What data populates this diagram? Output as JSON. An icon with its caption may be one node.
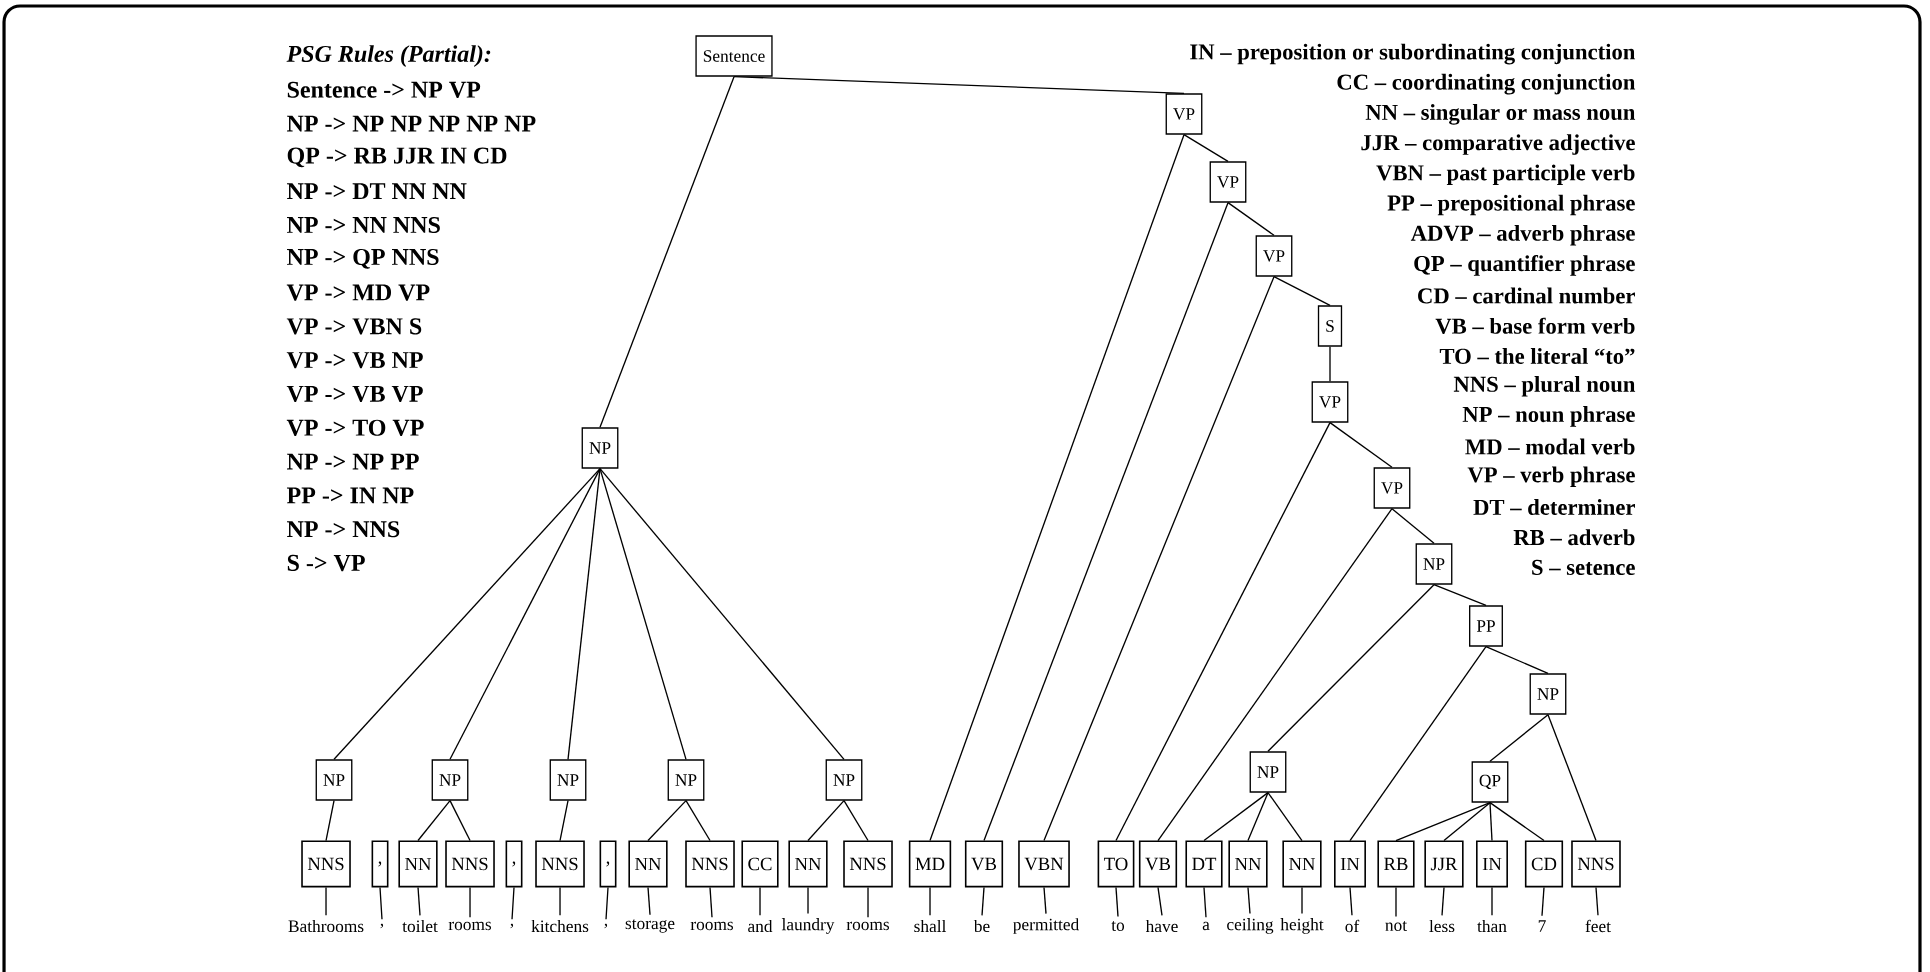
{
  "diagram": {
    "nodes": [
      {
        "text": [
          "Sentence"
        ]
      },
      {
        "text": [
          "NP"
        ]
      },
      {
        "text": [
          "VP"
        ]
      },
      {
        "text": [
          "VP"
        ]
      },
      {
        "text": [
          "VP"
        ]
      },
      {
        "text": [
          "S"
        ]
      },
      {
        "text": [
          "VP"
        ]
      },
      {
        "text": [
          "VP"
        ]
      },
      {
        "text": [
          "NP"
        ]
      },
      {
        "text": [
          "PP"
        ]
      },
      {
        "text": [
          "NP"
        ]
      },
      {
        "text": [
          "NP"
        ]
      },
      {
        "text": [
          "NP"
        ]
      },
      {
        "text": [
          "NP"
        ]
      },
      {
        "text": [
          "NP"
        ]
      },
      {
        "text": [
          "NP"
        ]
      },
      {
        "text": [
          "NP"
        ]
      },
      {
        "text": [
          "QP"
        ]
      },
      {
        "text": [
          "NNS"
        ]
      },
      {
        "text": [
          ","
        ]
      },
      {
        "text": [
          "NN"
        ]
      },
      {
        "text": [
          "NNS"
        ]
      },
      {
        "text": [
          ","
        ]
      },
      {
        "text": [
          "NNS"
        ]
      },
      {
        "text": [
          ","
        ]
      },
      {
        "text": [
          "NN"
        ]
      },
      {
        "text": [
          "NNS"
        ]
      },
      {
        "text": [
          "CC"
        ]
      },
      {
        "text": [
          "NN"
        ]
      },
      {
        "text": [
          "NNS"
        ]
      },
      {
        "text": [
          "MD"
        ]
      },
      {
        "text": [
          "VB"
        ]
      },
      {
        "text": [
          "VBN"
        ]
      },
      {
        "text": [
          "TO"
        ]
      },
      {
        "text": [
          "VB"
        ]
      },
      {
        "text": [
          "DT"
        ]
      },
      {
        "text": [
          "NN"
        ]
      },
      {
        "text": [
          "NN"
        ]
      },
      {
        "text": [
          "IN"
        ]
      },
      {
        "text": [
          "RB"
        ]
      },
      {
        "text": [
          "JJR"
        ]
      },
      {
        "text": [
          "IN"
        ]
      },
      {
        "text": [
          "CD"
        ]
      },
      {
        "text": [
          "NNS"
        ]
      },
      {
        "text": [
          "Bathrooms"
        ]
      },
      {
        "text": [
          ","
        ]
      },
      {
        "text": [
          "toilet"
        ]
      },
      {
        "text": [
          "rooms"
        ]
      },
      {
        "text": [
          ","
        ]
      },
      {
        "text": [
          "kitchens"
        ]
      },
      {
        "text": [
          ","
        ]
      },
      {
        "text": [
          "storage"
        ]
      },
      {
        "text": [
          "rooms"
        ]
      },
      {
        "text": [
          "and"
        ]
      },
      {
        "text": [
          "laundry"
        ]
      },
      {
        "text": [
          "rooms"
        ]
      },
      {
        "text": [
          "shall"
        ]
      },
      {
        "text": [
          "be"
        ]
      },
      {
        "text": [
          "permitted"
        ]
      },
      {
        "text": [
          "to"
        ]
      },
      {
        "text": [
          "have"
        ]
      },
      {
        "text": [
          "a"
        ]
      },
      {
        "text": [
          "ceiling"
        ]
      },
      {
        "text": [
          "height"
        ]
      },
      {
        "text": [
          "of"
        ]
      },
      {
        "text": [
          "not"
        ]
      },
      {
        "text": [
          "less"
        ]
      },
      {
        "text": [
          "than"
        ]
      },
      {
        "text": [
          "7"
        ]
      },
      {
        "text": [
          "feet"
        ]
      }
    ],
    "edges": [
      {
        "from": 0,
        "to": 1,
        "arrow": "none"
      },
      {
        "from": 0,
        "to": 2,
        "arrow": "none"
      },
      {
        "from": 1,
        "to": 11,
        "arrow": "none"
      },
      {
        "from": 1,
        "to": 12,
        "arrow": "none"
      },
      {
        "from": 1,
        "to": 13,
        "arrow": "none"
      },
      {
        "from": 1,
        "to": 14,
        "arrow": "none"
      },
      {
        "from": 1,
        "to": 15,
        "arrow": "none"
      },
      {
        "from": 11,
        "to": 18,
        "arrow": "none"
      },
      {
        "from": 12,
        "to": 20,
        "arrow": "none"
      },
      {
        "from": 12,
        "to": 21,
        "arrow": "none"
      },
      {
        "from": 13,
        "to": 23,
        "arrow": "none"
      },
      {
        "from": 14,
        "to": 25,
        "arrow": "none"
      },
      {
        "from": 14,
        "to": 26,
        "arrow": "none"
      },
      {
        "from": 15,
        "to": 28,
        "arrow": "none"
      },
      {
        "from": 15,
        "to": 29,
        "arrow": "none"
      },
      {
        "from": 2,
        "to": 30,
        "arrow": "none"
      },
      {
        "from": 2,
        "to": 3,
        "arrow": "none"
      },
      {
        "from": 3,
        "to": 31,
        "arrow": "none"
      },
      {
        "from": 3,
        "to": 4,
        "arrow": "none"
      },
      {
        "from": 4,
        "to": 32,
        "arrow": "none"
      },
      {
        "from": 4,
        "to": 5,
        "arrow": "none"
      },
      {
        "from": 5,
        "to": 6,
        "arrow": "none"
      },
      {
        "from": 6,
        "to": 33,
        "arrow": "none"
      },
      {
        "from": 6,
        "to": 7,
        "arrow": "none"
      },
      {
        "from": 7,
        "to": 34,
        "arrow": "none"
      },
      {
        "from": 7,
        "to": 8,
        "arrow": "none"
      },
      {
        "from": 8,
        "to": 16,
        "arrow": "none"
      },
      {
        "from": 8,
        "to": 9,
        "arrow": "none"
      },
      {
        "from": 16,
        "to": 35,
        "arrow": "none"
      },
      {
        "from": 16,
        "to": 36,
        "arrow": "none"
      },
      {
        "from": 16,
        "to": 37,
        "arrow": "none"
      },
      {
        "from": 9,
        "to": 38,
        "arrow": "none"
      },
      {
        "from": 9,
        "to": 10,
        "arrow": "none"
      },
      {
        "from": 10,
        "to": 17,
        "arrow": "none"
      },
      {
        "from": 10,
        "to": 43,
        "arrow": "none"
      },
      {
        "from": 17,
        "to": 39,
        "arrow": "none"
      },
      {
        "from": 17,
        "to": 40,
        "arrow": "none"
      },
      {
        "from": 17,
        "to": 41,
        "arrow": "none"
      },
      {
        "from": 17,
        "to": 42,
        "arrow": "none"
      },
      {
        "from": 18,
        "to": 44,
        "arrow": "none"
      },
      {
        "from": 19,
        "to": 45,
        "arrow": "none"
      },
      {
        "from": 20,
        "to": 46,
        "arrow": "none"
      },
      {
        "from": 21,
        "to": 47,
        "arrow": "none"
      },
      {
        "from": 22,
        "to": 48,
        "arrow": "none"
      },
      {
        "from": 23,
        "to": 49,
        "arrow": "none"
      },
      {
        "from": 24,
        "to": 50,
        "arrow": "none"
      },
      {
        "from": 25,
        "to": 51,
        "arrow": "none"
      },
      {
        "from": 26,
        "to": 52,
        "arrow": "none"
      },
      {
        "from": 27,
        "to": 53,
        "arrow": "none"
      },
      {
        "from": 28,
        "to": 54,
        "arrow": "none"
      },
      {
        "from": 29,
        "to": 55,
        "arrow": "none"
      },
      {
        "from": 30,
        "to": 56,
        "arrow": "none"
      },
      {
        "from": 31,
        "to": 57,
        "arrow": "none"
      },
      {
        "from": 32,
        "to": 58,
        "arrow": "none"
      },
      {
        "from": 33,
        "to": 59,
        "arrow": "none"
      },
      {
        "from": 34,
        "to": 60,
        "arrow": "none"
      },
      {
        "from": 35,
        "to": 61,
        "arrow": "none"
      },
      {
        "from": 36,
        "to": 62,
        "arrow": "none"
      },
      {
        "from": 37,
        "to": 63,
        "arrow": "none"
      },
      {
        "from": 38,
        "to": 64,
        "arrow": "none"
      },
      {
        "from": 39,
        "to": 65,
        "arrow": "none"
      },
      {
        "from": 40,
        "to": 66,
        "arrow": "none"
      },
      {
        "from": 41,
        "to": 67,
        "arrow": "none"
      },
      {
        "from": 42,
        "to": 68,
        "arrow": "none"
      },
      {
        "from": 43,
        "to": 69,
        "arrow": "none"
      }
    ],
    "labels": [
      "PSG Rules (Partial):",
      "Sentence -> NP  VP",
      "NP -> NP  NP  NP  NP  NP",
      "QP -> RB  JJR  IN  CD",
      "NP -> DT  NN  NN",
      "NP -> NN  NNS",
      "NP -> QP  NNS",
      "VP -> MD  VP",
      "VP -> VBN  S",
      "VP -> VB  NP",
      "VP -> VB  VP",
      "VP -> TO  VP",
      "NP -> NP  PP",
      "PP -> IN  NP",
      "NP -> NNS",
      "S -> VP",
      "IN – preposition or subordinating conjunction",
      "CC – coordinating conjunction",
      "NN – singular or mass noun",
      "JJR – comparative adjective",
      "VBN – past participle verb",
      "PP – prepositional phrase",
      "ADVP – adverb phrase",
      "QP – quantifier phrase",
      "CD – cardinal number",
      "VB – base form verb",
      "TO – the literal “to”",
      "NNS – plural noun",
      "NP – noun phrase",
      "MD – modal verb",
      "VP – verb phrase",
      "DT – determiner",
      "RB – adverb",
      "S – setence"
    ]
  }
}
